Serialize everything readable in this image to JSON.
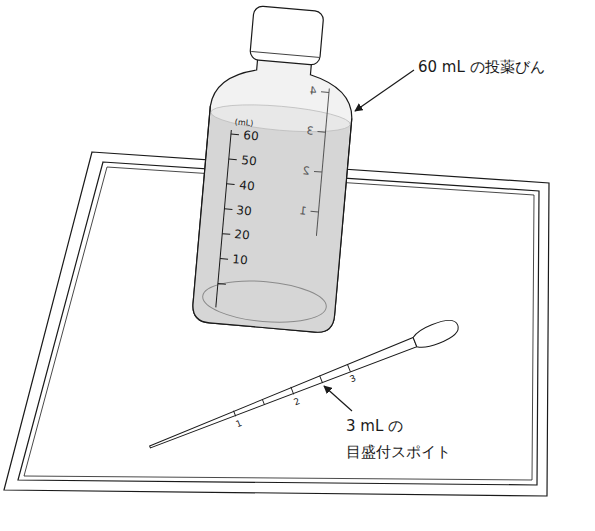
{
  "diagram": {
    "labels": [
      "60 mL の投薬びん",
      "(mL)",
      "60",
      "50",
      "40",
      "30",
      "20",
      "10",
      "4",
      "3",
      "2",
      "1",
      "1",
      "2",
      "3",
      "3 mL の 目盛付スポイト"
    ]
  }
}
